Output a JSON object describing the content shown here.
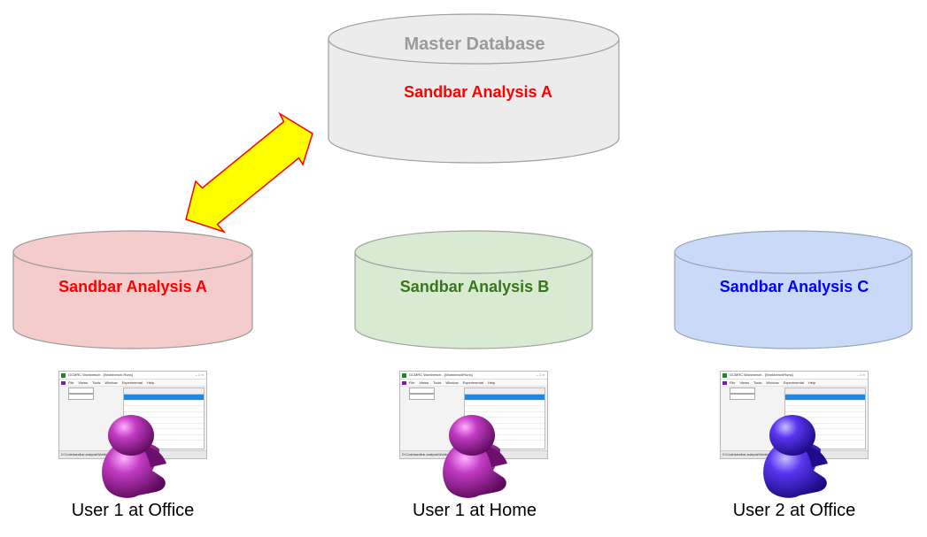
{
  "master": {
    "title": "Master Database",
    "subtitle": "Sandbar Analysis A",
    "fill": "#ececec",
    "stroke": "#9e9e9e",
    "title_color": "#9a9a9a",
    "subtitle_color": "#ff0000"
  },
  "arrow": {
    "fill": "#ffff00",
    "stroke": "#ff0000"
  },
  "databases": [
    {
      "label": "Sandbar Analysis A",
      "fill": "#f4cccc",
      "stroke": "#999999",
      "text_color": "#ff0000"
    },
    {
      "label": "Sandbar Analysis B",
      "fill": "#d9ead3",
      "stroke": "#a0a0a0",
      "text_color": "#38761d"
    },
    {
      "label": "Sandbar Analysis C",
      "fill": "#c9daf8",
      "stroke": "#9aa3b5",
      "text_color": "#0000ff"
    }
  ],
  "users": [
    {
      "label": "User 1 at Office",
      "figure_color": "#a020a0",
      "screenshot": {
        "app_title": "GCMRC Workbench - [Workbench.Runs]",
        "menus": [
          "File",
          "Views",
          "Tools",
          "Window",
          "Experimental",
          "Help"
        ],
        "status": "D:\\Code\\sandbar-analysis\\Workbench\\Workbench.sqlite"
      }
    },
    {
      "label": "User 1 at Home",
      "figure_color": "#a020a0",
      "screenshot": {
        "app_title": "GCMRC Workbench - [WorkbenchRuns]",
        "menus": [
          "File",
          "Views",
          "Tools",
          "Window",
          "Experimental",
          "Help"
        ],
        "status": "D:\\Code\\sandbar-analysis\\Workbench\\Workbench.sqlite"
      }
    },
    {
      "label": "User 2 at Office",
      "figure_color": "#4b1ce8",
      "screenshot": {
        "app_title": "GCMRC Workbench - [WorkbenchRuns]",
        "menus": [
          "File",
          "Views",
          "Tools",
          "Window",
          "Experimental",
          "Help"
        ],
        "status": "D:\\Code\\sandbar-analysis\\Workbench\\Workbench.sqlite"
      }
    }
  ]
}
